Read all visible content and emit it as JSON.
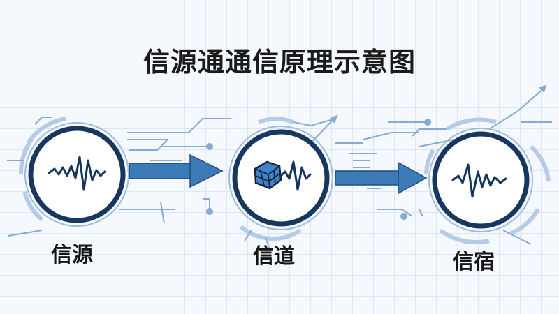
{
  "title": "信源通通信原理示意图",
  "nodes": [
    {
      "label": "信源",
      "icon": "waveform-icon"
    },
    {
      "label": "信道",
      "icon": "cube-waveform-icon"
    },
    {
      "label": "信宿",
      "icon": "waveform-icon"
    }
  ],
  "colors": {
    "ring": "#17375e",
    "arrow": "#3d7ab8",
    "circuit": "#7fa6d0",
    "wave": "#14355c",
    "cube": "#3f82c8"
  }
}
